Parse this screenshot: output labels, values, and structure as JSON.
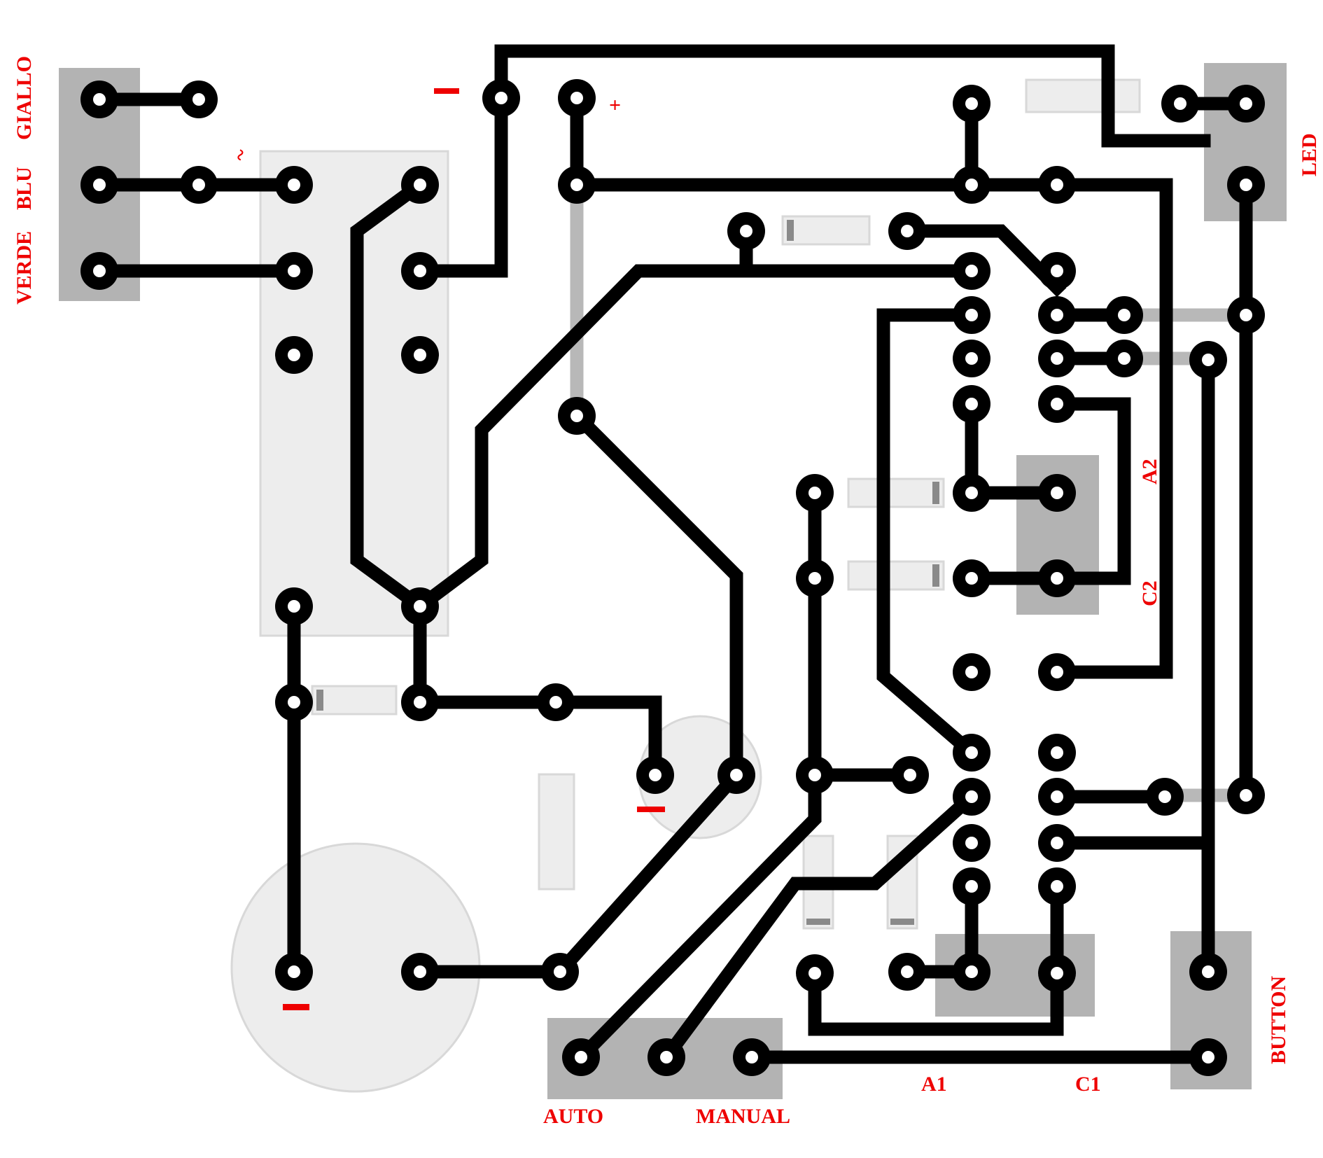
{
  "diagram": {
    "connector_labels": {
      "giallo": "GIALLO",
      "blu": "BLU",
      "verde": "VERDE",
      "led": "LED",
      "a2": "A2",
      "c2": "C2",
      "button": "BUTTON",
      "a1": "A1",
      "c1": "C1",
      "auto": "AUTO",
      "manual": "MANUAL"
    },
    "symbols": {
      "ac": "~",
      "plus": "+",
      "minus": "–"
    },
    "colors": {
      "label_color": "#ee0000",
      "trace_color": "#000000",
      "connector_color": "#b3b3b3",
      "component_color": "#ededed"
    }
  }
}
